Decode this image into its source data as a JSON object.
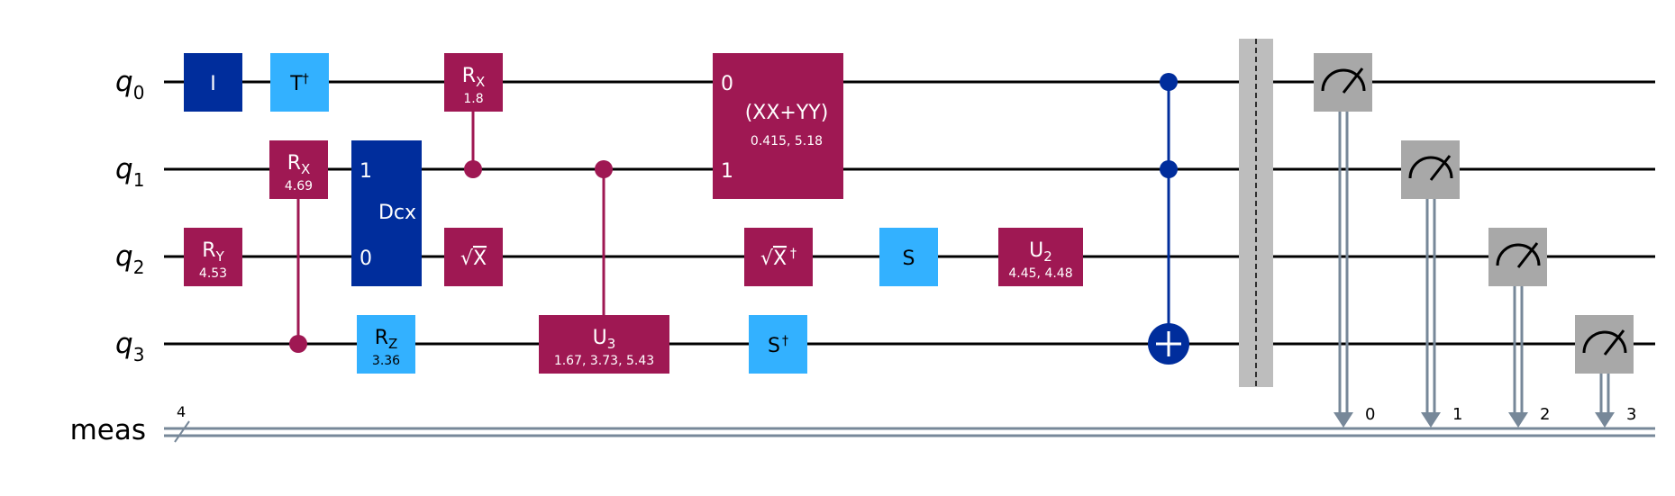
{
  "colors": {
    "wire": "#000000",
    "classical_wire": "#778899",
    "magenta": "#9f1853",
    "dark_blue": "#002d9c",
    "light_blue": "#33b1ff",
    "gray": "#a8a8a8",
    "barrier": "#bdbdbd"
  },
  "wires": {
    "q0": {
      "label": "q",
      "index": "0"
    },
    "q1": {
      "label": "q",
      "index": "1"
    },
    "q2": {
      "label": "q",
      "index": "2"
    },
    "q3": {
      "label": "q",
      "index": "3"
    },
    "meas": {
      "label": "meas",
      "size": "4"
    }
  },
  "gates": {
    "i_q0": {
      "name": "I"
    },
    "tdg_q0": {
      "name": "T",
      "sup": "†"
    },
    "ry_q2": {
      "name": "R",
      "sub": "Y",
      "param": "4.53"
    },
    "crx_q3_q1": {
      "name": "R",
      "sub": "X",
      "param": "4.69"
    },
    "dcx": {
      "name": "Dcx",
      "pin_top": "1",
      "pin_bottom": "0"
    },
    "rz_q3": {
      "name": "R",
      "sub": "Z",
      "param": "3.36"
    },
    "crx_q1_q0": {
      "name": "R",
      "sub": "X",
      "param": "1.8"
    },
    "sx_q2": {
      "name": "X",
      "radical": "√"
    },
    "cu3": {
      "name": "U",
      "sub": "3",
      "param": "1.67, 3.73, 5.43"
    },
    "xxyy": {
      "name": "(XX+YY)",
      "pin_top": "0",
      "pin_bottom": "1",
      "param": "0.415, 5.18"
    },
    "sxdg_q2": {
      "name": "X",
      "radical": "√",
      "sup": "†"
    },
    "sdg_q3": {
      "name": "S",
      "sup": "†"
    },
    "s_q2": {
      "name": "S"
    },
    "u2_q2": {
      "name": "U",
      "sub": "2",
      "param": "4.45, 4.48"
    }
  },
  "measurements": [
    {
      "qubit": "q0",
      "clbit": "0",
      "icon": "meter-icon"
    },
    {
      "qubit": "q1",
      "clbit": "1",
      "icon": "meter-icon"
    },
    {
      "qubit": "q2",
      "clbit": "2",
      "icon": "meter-icon"
    },
    {
      "qubit": "q3",
      "clbit": "3",
      "icon": "meter-icon"
    }
  ]
}
